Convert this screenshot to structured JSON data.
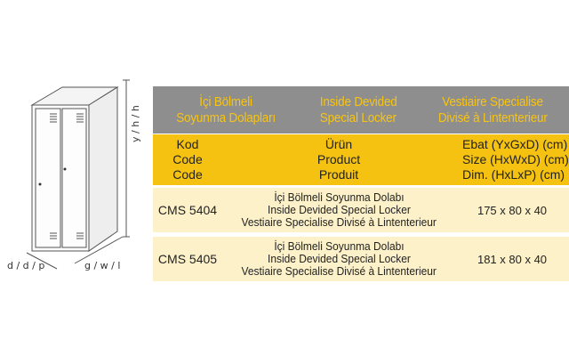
{
  "dimension_labels": {
    "depth": "d / d / p",
    "width": "g / w / l",
    "height": "y / h / h"
  },
  "header": {
    "col_tr": [
      "İçi Bölmeli",
      "Soyunma Dolapları"
    ],
    "col_en": [
      "Inside Devided",
      "Special Locker"
    ],
    "col_fr": [
      "Vestiaire Specialise",
      "Divisé à Lintenterieur"
    ]
  },
  "labels": {
    "code": [
      "Kod",
      "Code",
      "Code"
    ],
    "product": [
      "Ürün",
      "Product",
      "Produit"
    ],
    "size": [
      "Ebat (YxGxD) (cm)",
      "Size (HxWxD) (cm)",
      "Dim. (HxLxP) (cm)"
    ]
  },
  "rows": [
    {
      "code": "CMS 5404",
      "product": [
        "İçi Bölmeli Soyunma Dolabı",
        "Inside Devided Special Locker",
        "Vestiaire Specialise Divisé à Lintenterieur"
      ],
      "size": "175 x 80 x 40"
    },
    {
      "code": "CMS 5405",
      "product": [
        "İçi Bölmeli Soyunma Dolabı",
        "Inside Devided Special Locker",
        "Vestiaire Specialise Divisé à Lintenterieur"
      ],
      "size": "181 x 80 x 40"
    }
  ]
}
